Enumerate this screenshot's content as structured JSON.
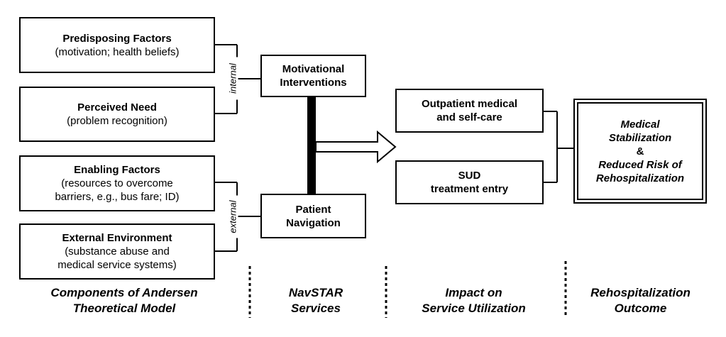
{
  "andersen": {
    "predisposing": {
      "title": "Predisposing Factors",
      "sub": "(motivation; health beliefs)"
    },
    "need": {
      "title": "Perceived Need",
      "sub": "(problem recognition)"
    },
    "enabling": {
      "title": "Enabling Factors",
      "sub1": "(resources to overcome",
      "sub2": "barriers, e.g., bus fare; ID)"
    },
    "environment": {
      "title": "External Environment",
      "sub1": "(substance abuse and",
      "sub2": "medical service systems)"
    },
    "internal_label": "internal",
    "external_label": "external"
  },
  "navstar": {
    "motivational": {
      "line1": "Motivational",
      "line2": "Interventions"
    },
    "navigation": {
      "line1": "Patient",
      "line2": "Navigation"
    }
  },
  "utilization": {
    "outpatient": {
      "line1": "Outpatient medical",
      "line2": "and self-care"
    },
    "sud": {
      "line1": "SUD",
      "line2": "treatment entry"
    }
  },
  "outcome": {
    "line1": "Medical",
    "line2": "Stabilization",
    "line3": "&",
    "line4": "Reduced Risk of",
    "line5": "Rehospitalization"
  },
  "columns": {
    "andersen": {
      "line1": "Components of Andersen",
      "line2": "Theoretical Model"
    },
    "navstar": {
      "line1": "NavSTAR",
      "line2": "Services"
    },
    "impact": {
      "line1": "Impact on",
      "line2": "Service Utilization"
    },
    "rehosp": {
      "line1": "Rehospitalization",
      "line2": "Outcome"
    }
  }
}
